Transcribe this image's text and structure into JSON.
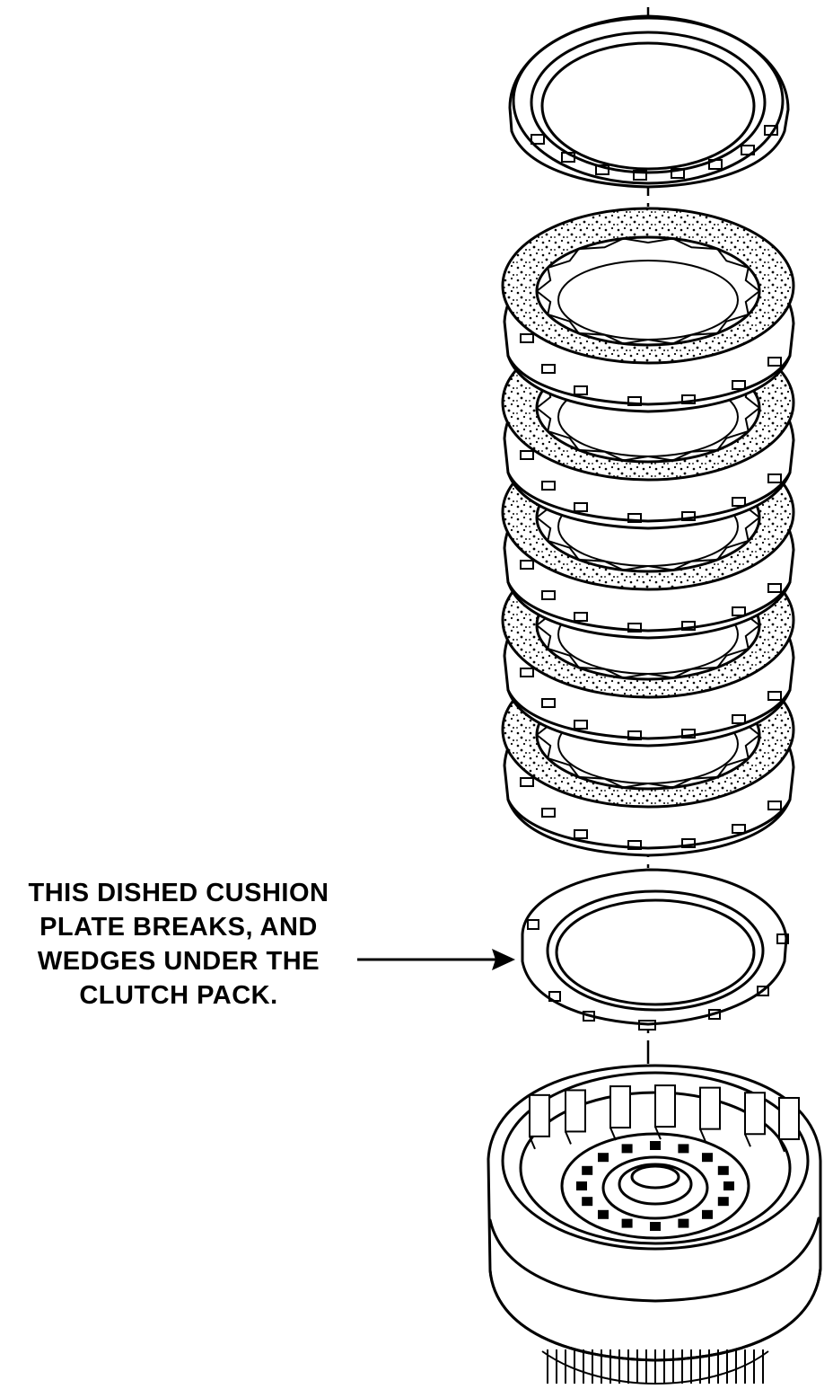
{
  "callout": {
    "lines": [
      "THIS DISHED CUSHION",
      "PLATE BREAKS, AND",
      "WEDGES UNDER THE",
      "CLUTCH PACK."
    ]
  },
  "colors": {
    "ink": "#000000",
    "paper": "#ffffff"
  }
}
